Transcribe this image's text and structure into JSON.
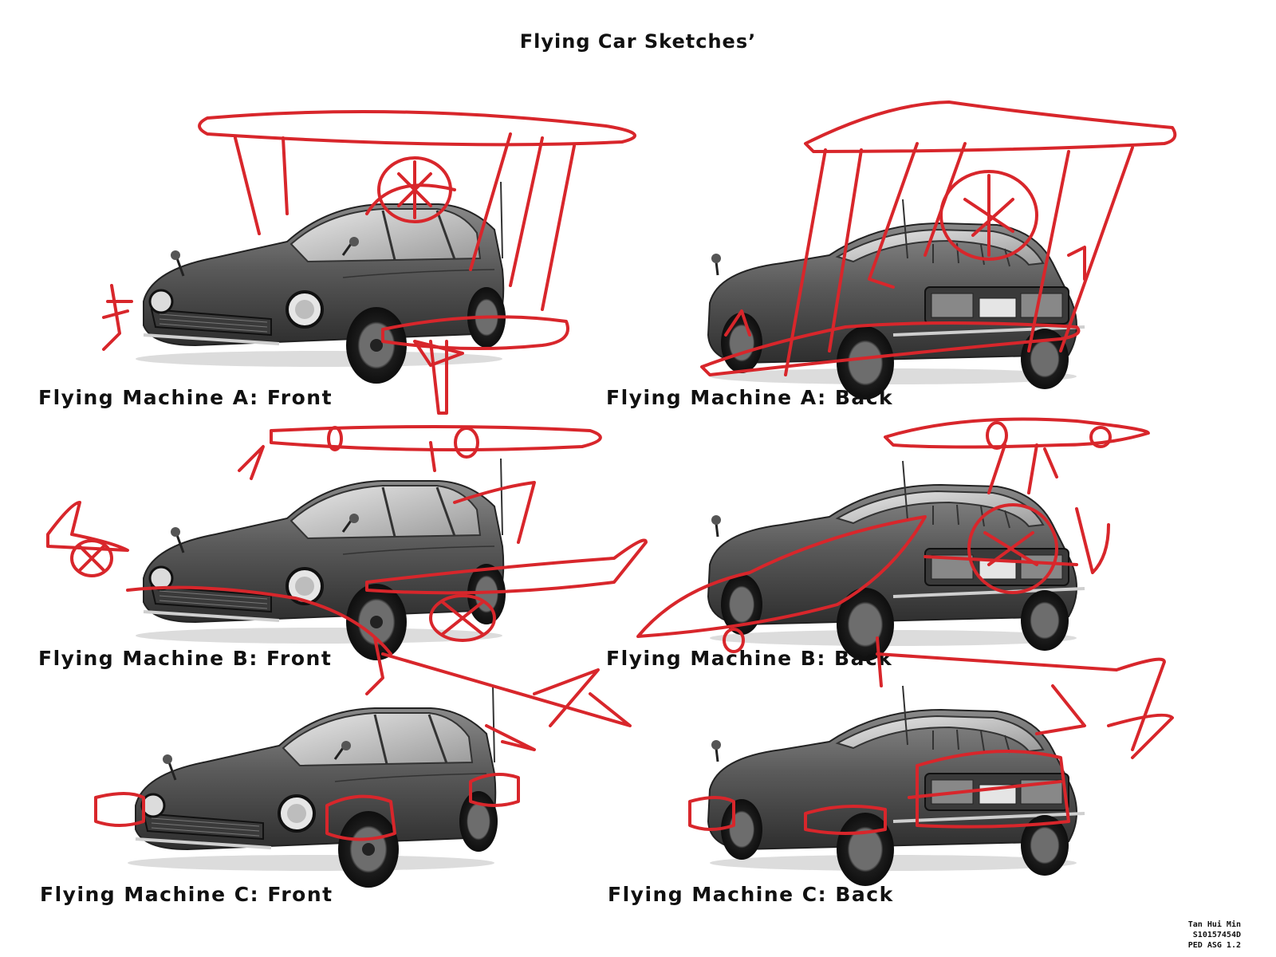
{
  "title": "Flying Car Sketches’",
  "sketch_color": "#d8262b",
  "panels": [
    {
      "caption": "Flying Machine A: Front",
      "car_icon": "car-front-three-quarter",
      "overlay": "biplane-front"
    },
    {
      "caption": "Flying Machine A: Back",
      "car_icon": "car-rear-three-quarter",
      "overlay": "biplane-back"
    },
    {
      "caption": "Flying Machine B: Front",
      "car_icon": "car-front-three-quarter",
      "overlay": "monoplane-front"
    },
    {
      "caption": "Flying Machine B: Back",
      "car_icon": "car-rear-three-quarter",
      "overlay": "monoplane-back"
    },
    {
      "caption": "Flying Machine C: Front",
      "car_icon": "car-front-three-quarter",
      "overlay": "hover-wheels-front"
    },
    {
      "caption": "Flying Machine C: Back",
      "car_icon": "car-rear-three-quarter",
      "overlay": "hover-wheels-back"
    }
  ],
  "credits": {
    "name": "Tan Hui Min",
    "student_id": "S10157454D",
    "course": "PED ASG 1.2"
  }
}
